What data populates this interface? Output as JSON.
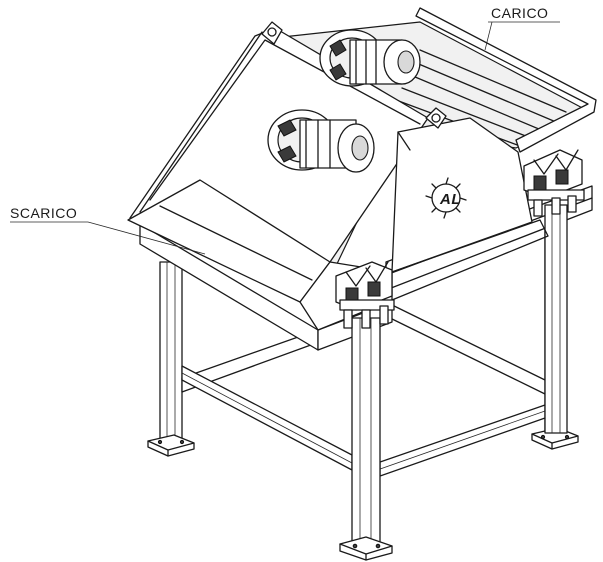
{
  "labels": {
    "load": "CARICO",
    "discharge": "SCARICO"
  },
  "logo": {
    "text": "AL"
  }
}
